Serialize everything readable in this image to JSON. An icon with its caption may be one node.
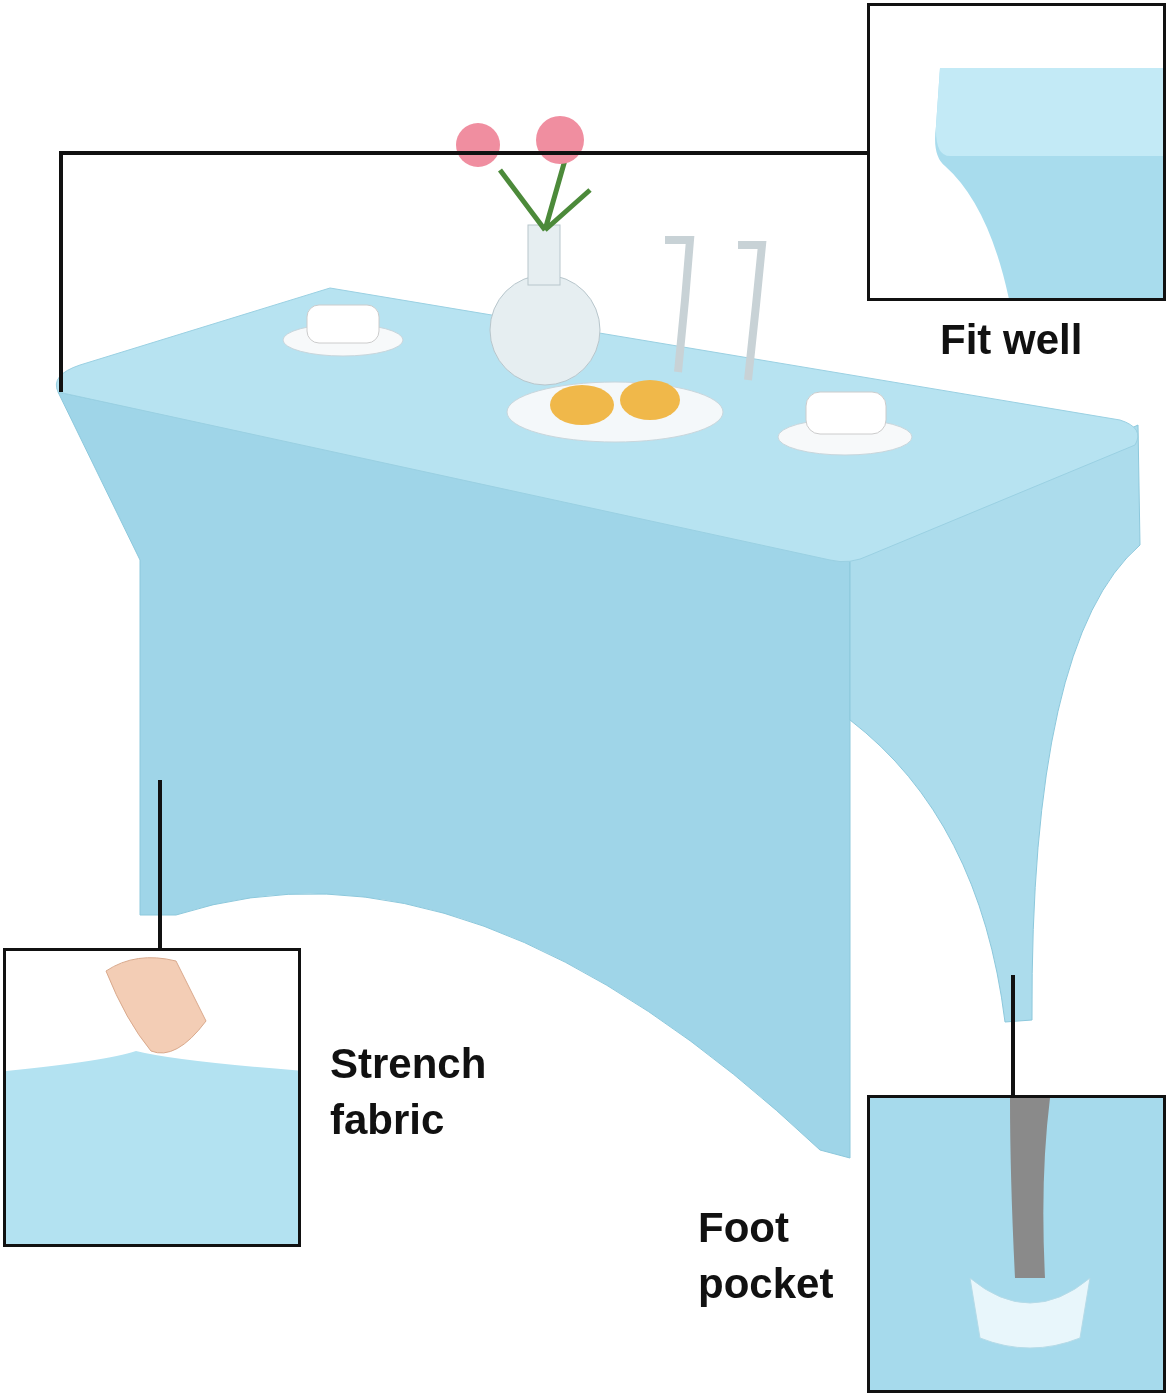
{
  "diagram": {
    "nodes": [
      {
        "text": [],
        "shape": "picture"
      },
      {
        "text": [],
        "shape": "picture",
        "beside": [
          "Fit well"
        ]
      },
      {
        "text": [],
        "shape": "picture"
      },
      {
        "text": [],
        "shape": "picture",
        "beside": [
          "Foot pocket"
        ]
      }
    ],
    "edges": [
      {
        "from": 1,
        "to": 0,
        "arrow": "none"
      },
      {
        "from": 2,
        "to": 0,
        "arrow": "none"
      },
      {
        "from": 3,
        "to": 0,
        "arrow": "none"
      }
    ],
    "labels": [
      "Strench fabric"
    ]
  }
}
